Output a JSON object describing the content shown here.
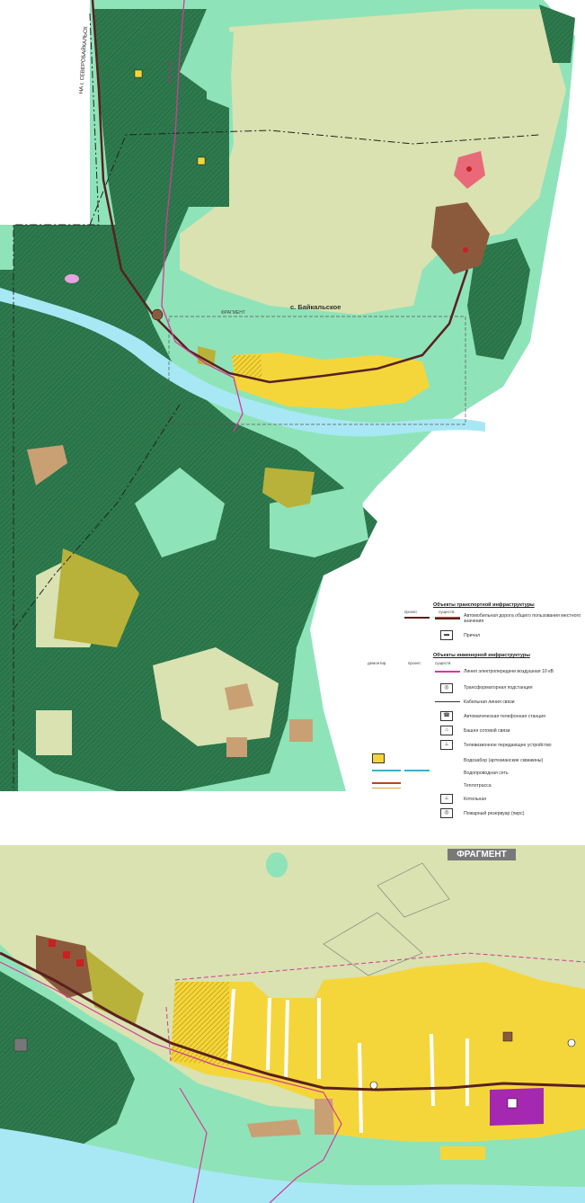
{
  "map": {
    "road_label": "НА г. СЕВЕРОБАЙКАЛЬСК",
    "powerline_label": "ЛЭП-10 кВ",
    "settlement_label": "с. Байкальское",
    "fragment_marker_label": "ФРАГМЕНТ",
    "fragment_title": "ФРАГМЕНТ"
  },
  "legend": {
    "transport_header": "Объекты транспортной инфраструктуры",
    "engineering_header": "Объекты инженерной инфраструктуры",
    "col_plan": "проект.",
    "col_exist": "существ.",
    "col_demolish": "демонтир.",
    "items_transport": [
      "Автомобильная дорога общего пользования местного значения",
      "Причал"
    ],
    "items_engineering": [
      "Линия электропередачи воздушная 10 кВ",
      "Трансформаторная подстанция",
      "Кабельная линия связи",
      "Автоматическая телефонная станция",
      "Башня сотовой связи",
      "Телевизионное передающее устройство",
      "Водозабор (артезианские скважины)",
      "Водопроводная сеть",
      "Теплотрасса",
      "Котельная",
      "Пожарный резервуар (пирс)"
    ]
  },
  "colors": {
    "forest_dark": "#2e7a4e",
    "forest_light": "#8fe3b9",
    "meadow": "#d9e2b0",
    "water": "#a8e8f4",
    "lake": "#ffffff",
    "residential": "#f5d63a",
    "industrial": "#8b5a3c",
    "agricultural": "#b8b23a",
    "public": "#a428b0",
    "road": "#5a2020",
    "powerline": "#d43a9a"
  }
}
